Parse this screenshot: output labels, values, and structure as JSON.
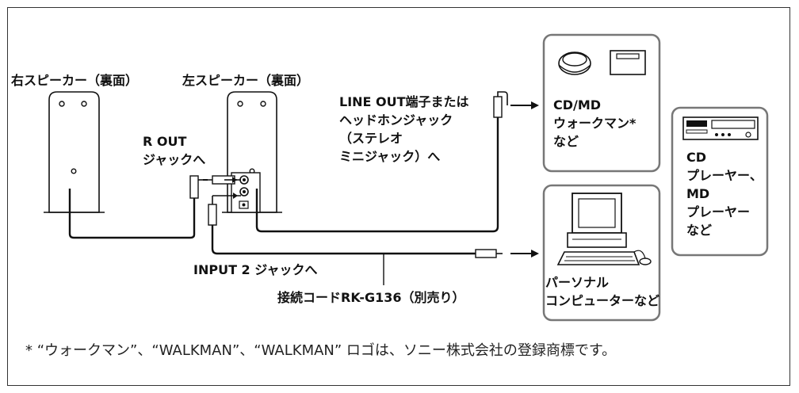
{
  "labels": {
    "right_speaker": "右スピーカー（裏面）",
    "left_speaker": "左スピーカー（裏面）",
    "r_out_line1": "R OUT",
    "r_out_line2": "ジャックへ",
    "line_out_1": "LINE OUT端子または",
    "line_out_2": "ヘッドホンジャック",
    "line_out_3": "（ステレオ",
    "line_out_4": "ミニジャック）へ",
    "walkman_1": "CD/MD",
    "walkman_2": "ウォークマン*",
    "walkman_3": "など",
    "player_1": "CD",
    "player_2": "プレーヤー、",
    "player_3": "MD",
    "player_4": "プレーヤー",
    "player_5": "など",
    "pc_1": "パーソナル",
    "pc_2": "コンピューターなど",
    "input2": "INPUT 2  ジャックへ",
    "cord": "接続コードRK-G136（別売り）"
  },
  "footnote": "* “ウォークマン”、“WALKMAN”、“WALKMAN” ロゴは、ソニー株式会社の登録商標です。"
}
